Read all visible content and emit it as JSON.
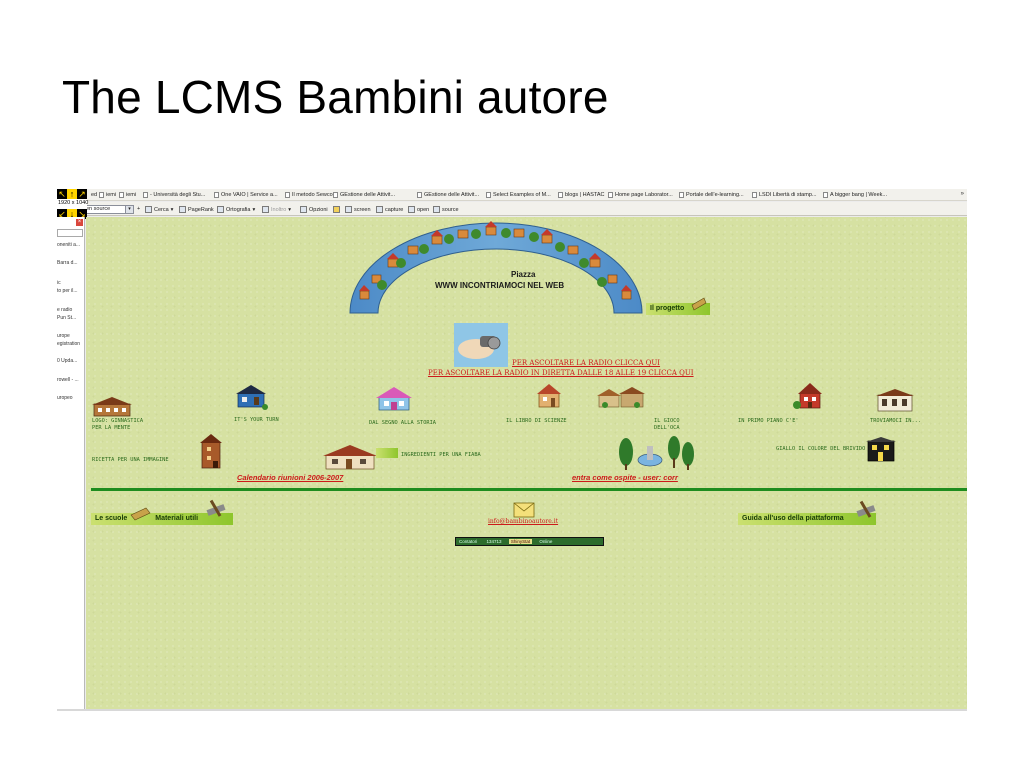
{
  "slide": {
    "title": "The LCMS Bambini autore"
  },
  "corner": {
    "resolution": "1920 x 1040"
  },
  "bookmarks": {
    "items": [
      "ed",
      "iemi",
      "iemi",
      "- Università degli Stu...",
      "One VAIO | Service a...",
      "Il metodo Sewcom",
      "GEstione delle Attivit...",
      "GEstione delle Attivit...",
      "Select Examples of M...",
      "blogs | HASTAC",
      "Home page Laborator...",
      "Portale dell'e-learning...",
      "LSDI Libertà di stamp...",
      "A bigger bang | Week..."
    ],
    "more": "»"
  },
  "toolbar": {
    "search_value": "en source",
    "items": [
      "Cerca",
      "PageRank",
      "Ortografia",
      "Inoltro",
      "Opzioni",
      "screen",
      "capture",
      "open",
      "source"
    ]
  },
  "sidebar": {
    "items": [
      "oneniti a...",
      "Barra d...",
      "ic",
      "to per il...",
      "e radio",
      "Pun St...",
      "urope",
      "egistration",
      "",
      "0 Upda...",
      "rowell - ...",
      "uropeo"
    ]
  },
  "page": {
    "arch": {
      "title_line1": "Piazza",
      "title_line2": "WWW INCONTRIAMOCI NEL WEB"
    },
    "progetto_label": "Il progetto",
    "radio_link_1": "PER ASCOLTARE LA RADIO CLICCA QUI",
    "radio_link_2": "PER ASCOLTARE LA RADIO IN DIRETTA DALLE 18 ALLE 19 CLICCA QUI",
    "houses": [
      {
        "label": "LOGO: GINNASTICA\nPER LA MENTE"
      },
      {
        "label": "IT'S YOUR TURN"
      },
      {
        "label": "DAL SEGNO ALLA STORIA"
      },
      {
        "label": "IL LIBRO DI SCIENZE"
      },
      {
        "label": "IL GIOCO\nDELL'OCA"
      },
      {
        "label": "IN PRIMO PIANO C'E'"
      },
      {
        "label": "TROVIAMOCI IN..."
      }
    ],
    "row2": {
      "ricetta": "RICETTA PER UNA IMMAGINE",
      "ingredienti": "INGREDIENTI PER UNA FIABA",
      "giallo": "GIALLO IL COLORE DEL BRIVIDO"
    },
    "calendario": "Calendario riunioni 2006-2007",
    "entra": "entra come ospite - user: corr",
    "scuole": "Le scuole",
    "materiali": "Materiali utili",
    "email": "info@bambinoautore.it",
    "guida": "Guida all'uso della piattaforma",
    "counter": {
      "left": "Contatori",
      "value": "134713",
      "badge": "ShinyStat",
      "right": "Online"
    }
  },
  "colors": {
    "page_bg": "#d6e1a2",
    "label_green": "#2b6a1c",
    "link_red": "#cc1a1a",
    "rule_green": "#1e8c1e"
  }
}
